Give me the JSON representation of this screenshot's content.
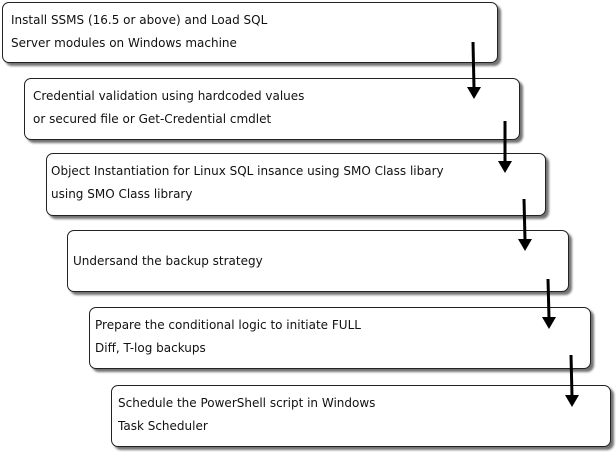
{
  "steps": [
    {
      "lines": [
        "Install SSMS (16.5 or above) and Load SQL",
        "Server modules on Windows machine"
      ]
    },
    {
      "lines": [
        "Credential validation using hardcoded values",
        "or secured file or Get-Credential cmdlet"
      ]
    },
    {
      "lines": [
        "Object Instantiation for Linux SQL insance using SMO Class libary",
        "using SMO Class library"
      ]
    },
    {
      "lines": [
        "Undersand the backup strategy"
      ]
    },
    {
      "lines": [
        "Prepare the conditional logic to initiate FULL",
        "Diff, T-log backups"
      ]
    },
    {
      "lines": [
        "Schedule the PowerShell script in Windows",
        "Task Scheduler"
      ]
    }
  ],
  "colors": {
    "border": "#222222",
    "arrow": "#000000",
    "text": "#111111"
  }
}
